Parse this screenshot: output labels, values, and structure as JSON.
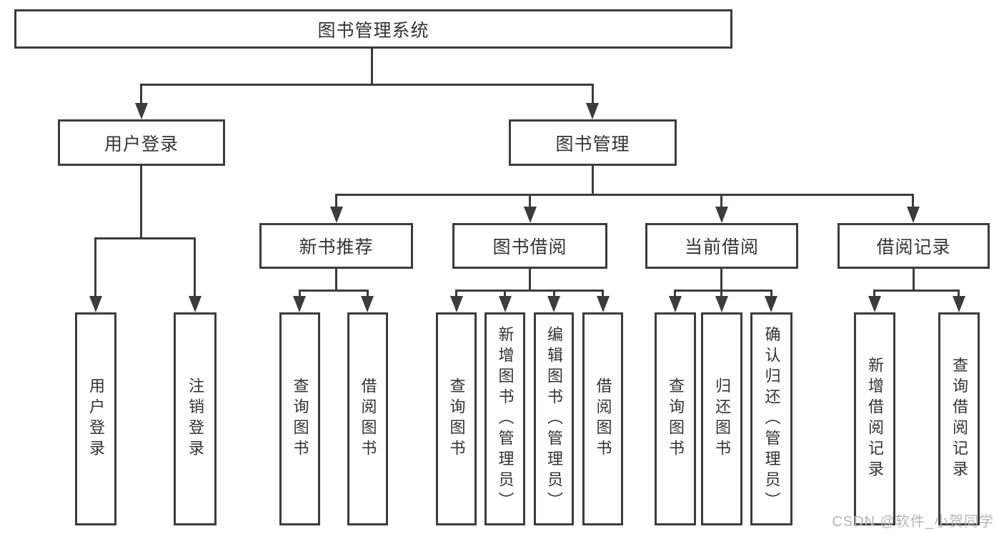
{
  "diagram": {
    "title": "图书管理系统",
    "colors": {
      "line": "#3c3c3c",
      "text": "#333333",
      "watermark": "#b5b5b5"
    },
    "level2": {
      "user_login": "用户登录",
      "book_management": "图书管理"
    },
    "level3": {
      "new_book_recommend": "新书推荐",
      "book_borrow": "图书借阅",
      "current_borrow": "当前借阅",
      "borrow_record": "借阅记录"
    },
    "leaves": {
      "user_login": [
        "用户登录",
        "注销登录"
      ],
      "new_book_recommend": [
        "查询图书",
        "借阅图书"
      ],
      "book_borrow": [
        "查询图书",
        "新增图书（管理员）",
        "编辑图书（管理员）",
        "借阅图书"
      ],
      "current_borrow": [
        "查询图书",
        "归还图书",
        "确认归还（管理员）"
      ],
      "borrow_record": [
        "新增借阅记录",
        "查询借阅记录"
      ]
    }
  },
  "watermark": {
    "text": "CSDN @软件_小贺同学"
  }
}
